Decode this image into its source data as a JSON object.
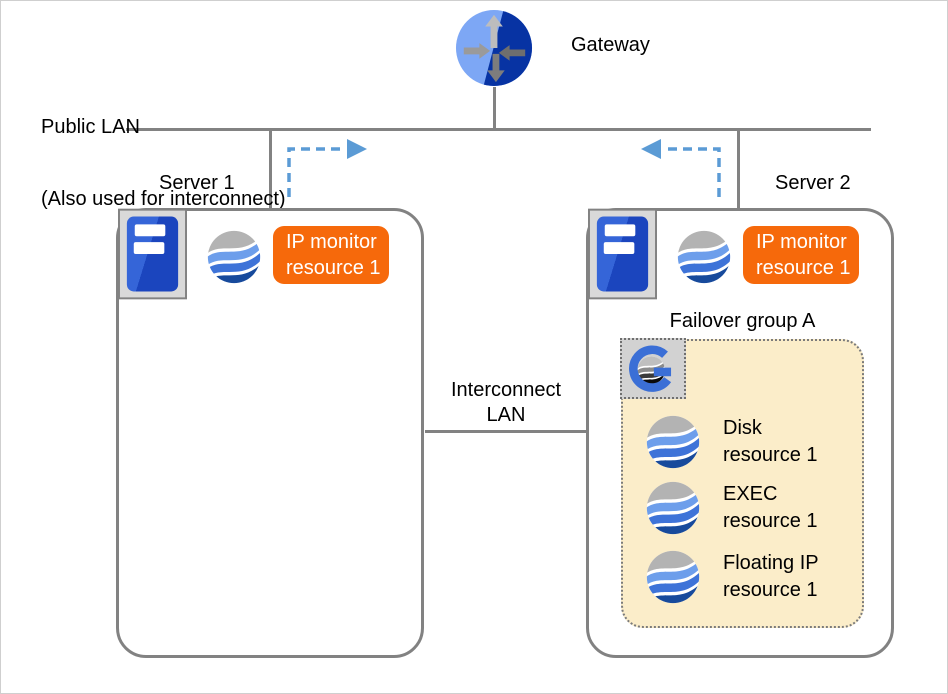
{
  "labels": {
    "gateway": "Gateway",
    "public_lan": [
      "Public LAN",
      "(Also used for interconnect)"
    ],
    "server1": "Server 1",
    "server2": "Server 2",
    "interconnect": [
      "Interconnect",
      "LAN"
    ],
    "failover_group": "Failover group A"
  },
  "badges": {
    "server1_monitor": [
      "IP monitor",
      "resource 1"
    ],
    "server2_monitor": [
      "IP monitor",
      "resource 1"
    ]
  },
  "failover_resources": [
    {
      "line1": "Disk",
      "line2": "resource 1"
    },
    {
      "line1": "EXEC",
      "line2": "resource 1"
    },
    {
      "line1": "Floating IP",
      "line2": "resource 1"
    }
  ],
  "icons": {
    "gateway": "router-gateway-icon",
    "server": "server-tower-icon",
    "resource": "wave-sphere-resource-icon",
    "group": "failover-group-g-icon",
    "flow_arrows": "dashed-monitor-path-arrows"
  },
  "colors": {
    "line_gray": "#828282",
    "dashed_arrow_blue": "#5B9BD5",
    "monitor_badge_orange": "#F6690B",
    "group_fill_cream": "#FBEDC9",
    "icon_frame_gray": "#D9D9D9",
    "server_blue_light": "#3565D8",
    "server_blue_dark": "#1B45BE",
    "gateway_blue_light": "#7DA7F5",
    "gateway_blue_dark": "#0733A3",
    "wave_gray": "#B3B3B3",
    "wave_blue_light": "#6D9EEB",
    "wave_blue_mid": "#3E73D8",
    "wave_navy": "#174A9C",
    "g_blue": "#3B6FD6"
  }
}
